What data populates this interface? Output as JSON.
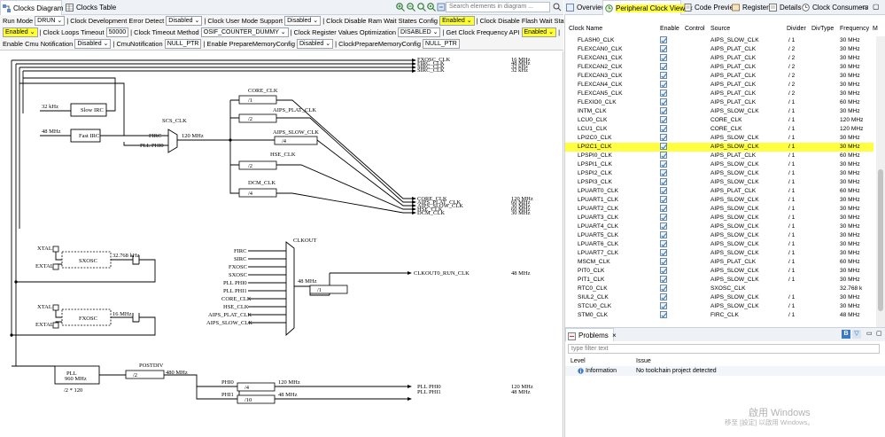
{
  "left_tabs": {
    "diagram": "Clocks Diagram",
    "table": "Clocks Table",
    "search_placeholder": "Search elements in diagram ..."
  },
  "right_tabs": {
    "overview": "Overview",
    "peripheral": "Peripheral Clock View",
    "code": "Code Preview",
    "registers": "Registers",
    "details": "Details",
    "consumers": "Clock Consumers"
  },
  "options": {
    "run_mode": "Run Mode",
    "run_mode_val": "DRUN",
    "dev_err": "| Clock Development Error Detect",
    "dev_err_val": "Disabled",
    "user_mode": "| Clock User Mode Support",
    "user_mode_val": "Disabled",
    "ram_ws": "| Clock Disable Ram Wait States Config",
    "ram_ws_val": "Enabled",
    "flash_ws": "| Clock Disable Flash Wait States Config",
    "flash_ws_val": "Enabled",
    "loops": "| Clock Loops Timeout",
    "loops_val": "50000",
    "timeout": "| Clock Timeout Method",
    "timeout_val": "OSIF_COUNTER_DUMMY",
    "reg_opt": "| Clock Register Values Optimization",
    "reg_opt_val": "DISABLED",
    "freq_api": "| Get Clock Frequency API",
    "freq_api_val": "Enabled",
    "bar": "|",
    "cmu_notif": "Enable Cmu Notification",
    "cmu_notif_val": "Disabled",
    "cmu_notif2": "| CmuNotification",
    "cmu_notif2_val": "NULL_PTR",
    "prep_mem": "| Enable PrepareMemoryConfig",
    "prep_mem_val": "Disabled",
    "clk_prep": "| ClockPrepareMemoryConfig",
    "clk_prep_val": "NULL_PTR"
  },
  "diagram": {
    "bus_top": [
      "FXOSC_CLK",
      "FIRC_CLK",
      "SIRC_CLK",
      "SIRC_CLK"
    ],
    "bus_top_freq": [
      "16 MHz",
      "48 MHz",
      "32 kHz",
      "32 kHz"
    ],
    "slow_irc_freq": "32 kHz",
    "slow_irc": "Slow IRC",
    "fast_irc_freq": "48 MHz",
    "fast_irc": "Fast IRC",
    "scs": "SCS_CLK",
    "firc_in": "FIRC",
    "pll_in": "PLL PHI0",
    "scs_freq": "120 MHz",
    "core": "CORE_CLK",
    "aips_plat": "AIPS_PLAT_CLK",
    "aips_slow": "AIPS_SLOW_CLK",
    "hse": "HSE_CLK",
    "dcm": "DCM_CLK",
    "div1": "/1",
    "div2": "/2",
    "div4": "/4",
    "outs": [
      "CORE_CLK",
      "AIPS_PLAT_CLK",
      "AIPS_SLOW_CLK",
      "HSE_CLK",
      "DCM_CLK"
    ],
    "outs_freq": [
      "120 MHz",
      "60 MHz",
      "30 MHz",
      "60 MHz",
      "30 MHz"
    ],
    "xtal": "XTAL",
    "extal": "EXTAL",
    "sxosc": "SXOSC",
    "sxosc_freq": "32.768 kHz",
    "fxosc": "FXOSC",
    "fxosc_freq": "16 MHz",
    "clkout": "CLKOUT",
    "clkout_inputs": [
      "FIRC",
      "SIRC",
      "FXOSC",
      "SXOSC",
      "PLL PHI0",
      "PLL PHI1",
      "CORE_CLK",
      "HSE_CLK",
      "AIPS_PLAT_CLK",
      "AIPS_SLOW_CLK"
    ],
    "clkout_freq": "48 MHz",
    "clkout_run": "CLKOUT0_RUN_CLK",
    "clkout_run_freq": "48 MHz",
    "pll": "PLL",
    "pll_freq": "960 MHz",
    "pll_mult": "/2 * 120",
    "postdiv": "POSTDIV",
    "postdiv_freq": "480 MHz",
    "phi0": "PHI0",
    "phi1": "PHI1",
    "phi0_freq": "120 MHz",
    "phi1_freq": "48 MHz",
    "div10": "/10",
    "pll_outs": [
      "PLL PHI0",
      "PLL PHI1"
    ],
    "pll_outs_freq": [
      "120 MHz",
      "48 MHz"
    ]
  },
  "table": {
    "headers": [
      "Clock Name",
      "Enable",
      "Control",
      "Source",
      "Divider",
      "DivType",
      "Frequency",
      "M"
    ],
    "rows": [
      [
        "FLASH0_CLK",
        "AIPS_SLOW_CLK",
        "/ 1",
        "30 MHz"
      ],
      [
        "FLEXCAN0_CLK",
        "AIPS_PLAT_CLK",
        "/ 2",
        "30 MHz"
      ],
      [
        "FLEXCAN1_CLK",
        "AIPS_PLAT_CLK",
        "/ 2",
        "30 MHz"
      ],
      [
        "FLEXCAN2_CLK",
        "AIPS_PLAT_CLK",
        "/ 2",
        "30 MHz"
      ],
      [
        "FLEXCAN3_CLK",
        "AIPS_PLAT_CLK",
        "/ 2",
        "30 MHz"
      ],
      [
        "FLEXCAN4_CLK",
        "AIPS_PLAT_CLK",
        "/ 2",
        "30 MHz"
      ],
      [
        "FLEXCAN5_CLK",
        "AIPS_PLAT_CLK",
        "/ 2",
        "30 MHz"
      ],
      [
        "FLEXIO0_CLK",
        "AIPS_PLAT_CLK",
        "/ 1",
        "60 MHz"
      ],
      [
        "INTM_CLK",
        "AIPS_SLOW_CLK",
        "/ 1",
        "30 MHz"
      ],
      [
        "LCU0_CLK",
        "CORE_CLK",
        "/ 1",
        "120 MHz"
      ],
      [
        "LCU1_CLK",
        "CORE_CLK",
        "/ 1",
        "120 MHz"
      ],
      [
        "LPI2C0_CLK",
        "AIPS_SLOW_CLK",
        "/ 1",
        "30 MHz"
      ],
      [
        "LPI2C1_CLK",
        "AIPS_SLOW_CLK",
        "/ 1",
        "30 MHz"
      ],
      [
        "LPSPI0_CLK",
        "AIPS_PLAT_CLK",
        "/ 1",
        "60 MHz"
      ],
      [
        "LPSPI1_CLK",
        "AIPS_SLOW_CLK",
        "/ 1",
        "30 MHz"
      ],
      [
        "LPSPI2_CLK",
        "AIPS_SLOW_CLK",
        "/ 1",
        "30 MHz"
      ],
      [
        "LPSPI3_CLK",
        "AIPS_SLOW_CLK",
        "/ 1",
        "30 MHz"
      ],
      [
        "LPUART0_CLK",
        "AIPS_PLAT_CLK",
        "/ 1",
        "60 MHz"
      ],
      [
        "LPUART1_CLK",
        "AIPS_SLOW_CLK",
        "/ 1",
        "30 MHz"
      ],
      [
        "LPUART2_CLK",
        "AIPS_SLOW_CLK",
        "/ 1",
        "30 MHz"
      ],
      [
        "LPUART3_CLK",
        "AIPS_SLOW_CLK",
        "/ 1",
        "30 MHz"
      ],
      [
        "LPUART4_CLK",
        "AIPS_SLOW_CLK",
        "/ 1",
        "30 MHz"
      ],
      [
        "LPUART5_CLK",
        "AIPS_SLOW_CLK",
        "/ 1",
        "30 MHz"
      ],
      [
        "LPUART6_CLK",
        "AIPS_SLOW_CLK",
        "/ 1",
        "30 MHz"
      ],
      [
        "LPUART7_CLK",
        "AIPS_SLOW_CLK",
        "/ 1",
        "30 MHz"
      ],
      [
        "MSCM_CLK",
        "AIPS_PLAT_CLK",
        "/ 1",
        "60 MHz"
      ],
      [
        "PIT0_CLK",
        "AIPS_SLOW_CLK",
        "/ 1",
        "30 MHz"
      ],
      [
        "PIT1_CLK",
        "AIPS_SLOW_CLK",
        "/ 1",
        "30 MHz"
      ],
      [
        "RTC0_CLK",
        "SXOSC_CLK",
        "",
        "32.768 k"
      ],
      [
        "SIUL2_CLK",
        "AIPS_SLOW_CLK",
        "/ 1",
        "30 MHz"
      ],
      [
        "STCU0_CLK",
        "AIPS_SLOW_CLK",
        "/ 1",
        "30 MHz"
      ],
      [
        "STM0_CLK",
        "FIRC_CLK",
        "/ 1",
        "48 MHz"
      ]
    ],
    "highlight_row": 12
  },
  "problems": {
    "tab": "Problems",
    "filter_placeholder": "type filter text",
    "col_level": "Level",
    "col_issue": "Issue",
    "row_level": "Information",
    "row_issue": "No toolchain project detected"
  },
  "watermark": {
    "line1": "啟用 Windows",
    "line2": "移至 [設定] 以啟用 Windows。"
  },
  "colors": {
    "highlight": "#ffff40",
    "accent": "#2e6fb3"
  }
}
